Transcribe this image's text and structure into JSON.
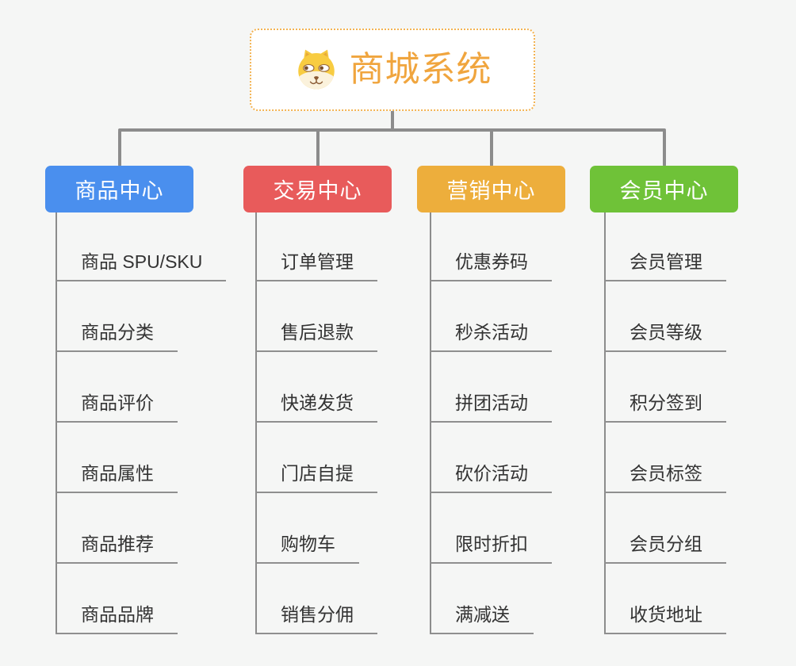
{
  "root": {
    "title": "商城系统",
    "icon": "shiba-dog-icon"
  },
  "branches": [
    {
      "label": "商品中心",
      "color": "#4A8FEE",
      "children": [
        "商品 SPU/SKU",
        "商品分类",
        "商品评价",
        "商品属性",
        "商品推荐",
        "商品品牌"
      ]
    },
    {
      "label": "交易中心",
      "color": "#E85B5B",
      "children": [
        "订单管理",
        "售后退款",
        "快递发货",
        "门店自提",
        "购物车",
        "销售分佣"
      ]
    },
    {
      "label": "营销中心",
      "color": "#EDAE3C",
      "children": [
        "优惠券码",
        "秒杀活动",
        "拼团活动",
        "砍价活动",
        "限时折扣",
        "满减送"
      ]
    },
    {
      "label": "会员中心",
      "color": "#6FC238",
      "children": [
        "会员管理",
        "会员等级",
        "积分签到",
        "会员标签",
        "会员分组",
        "收货地址"
      ]
    }
  ],
  "colors": {
    "background": "#F5F6F5",
    "connector": "#8C8C8C",
    "root_accent": "#F0A53E",
    "root_border": "#F3B352",
    "leaf_text": "#333333",
    "underline": "#8F8F8F"
  }
}
